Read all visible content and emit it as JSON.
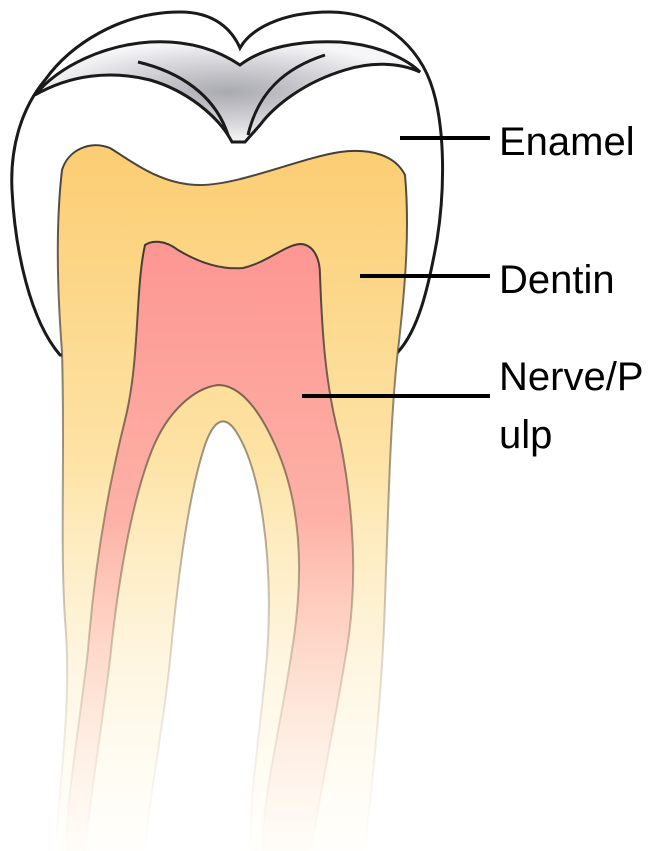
{
  "labels": {
    "enamel": "Enamel",
    "dentin": "Dentin",
    "nerve_pulp_line1": "Nerve/P",
    "nerve_pulp_line2": "ulp"
  },
  "colors": {
    "enamel_fill": "#ffffff",
    "enamel_groove_shadow": "#b9b9bf",
    "dentin_top": "#fccd72",
    "dentin_bottom": "#fffdf4",
    "pulp_top": "#fd9693",
    "pulp_bottom": "#fff4ec",
    "outline": "#1a1a1a",
    "leader_line": "#000000"
  }
}
